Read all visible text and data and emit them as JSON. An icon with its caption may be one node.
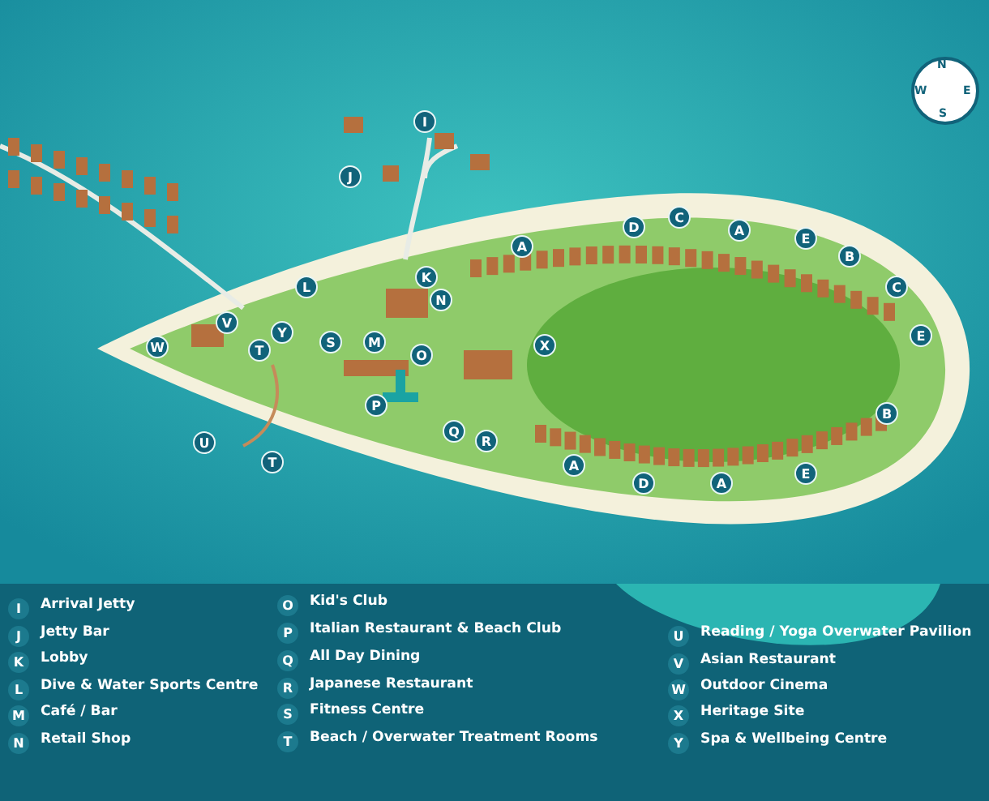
{
  "diagram": {
    "labels": [
      "N",
      "W",
      "E",
      "S",
      "I",
      "J",
      "C",
      "D",
      "A",
      "E",
      "A",
      "B",
      "K",
      "L",
      "C",
      "N",
      "W",
      "V",
      "T",
      "Y",
      "S",
      "M",
      "O",
      "X",
      "E",
      "P",
      "B",
      "U",
      "Q",
      "R",
      "T",
      "A",
      "E",
      "D",
      "A",
      "I",
      "J",
      "K",
      "L",
      "M",
      "N",
      "O",
      "P",
      "Q",
      "R",
      "S",
      "T",
      "U",
      "V",
      "W",
      "X",
      "Y"
    ],
    "legend": [
      {
        "text": "Arrival Jetty"
      },
      {
        "text": "Jetty Bar"
      },
      {
        "text": "Lobby"
      },
      {
        "text": "Dive & Water Sports Centre"
      },
      {
        "text": "Café / Bar"
      },
      {
        "text": "Retail Shop"
      },
      {
        "text": "Kid's Club"
      },
      {
        "text": "Italian Restaurant & Beach Club"
      },
      {
        "text": "All Day Dining"
      },
      {
        "text": "Japanese Restaurant"
      },
      {
        "text": "Fitness Centre"
      },
      {
        "text": "Beach / Overwater Treatment Rooms"
      },
      {
        "text": "Reading / Yoga Overwater Pavilion"
      },
      {
        "text": "Asian Restaurant"
      },
      {
        "text": "Outdoor Cinema"
      },
      {
        "text": "Heritage Site"
      },
      {
        "text": "Spa & Wellbeing Centre"
      }
    ]
  }
}
